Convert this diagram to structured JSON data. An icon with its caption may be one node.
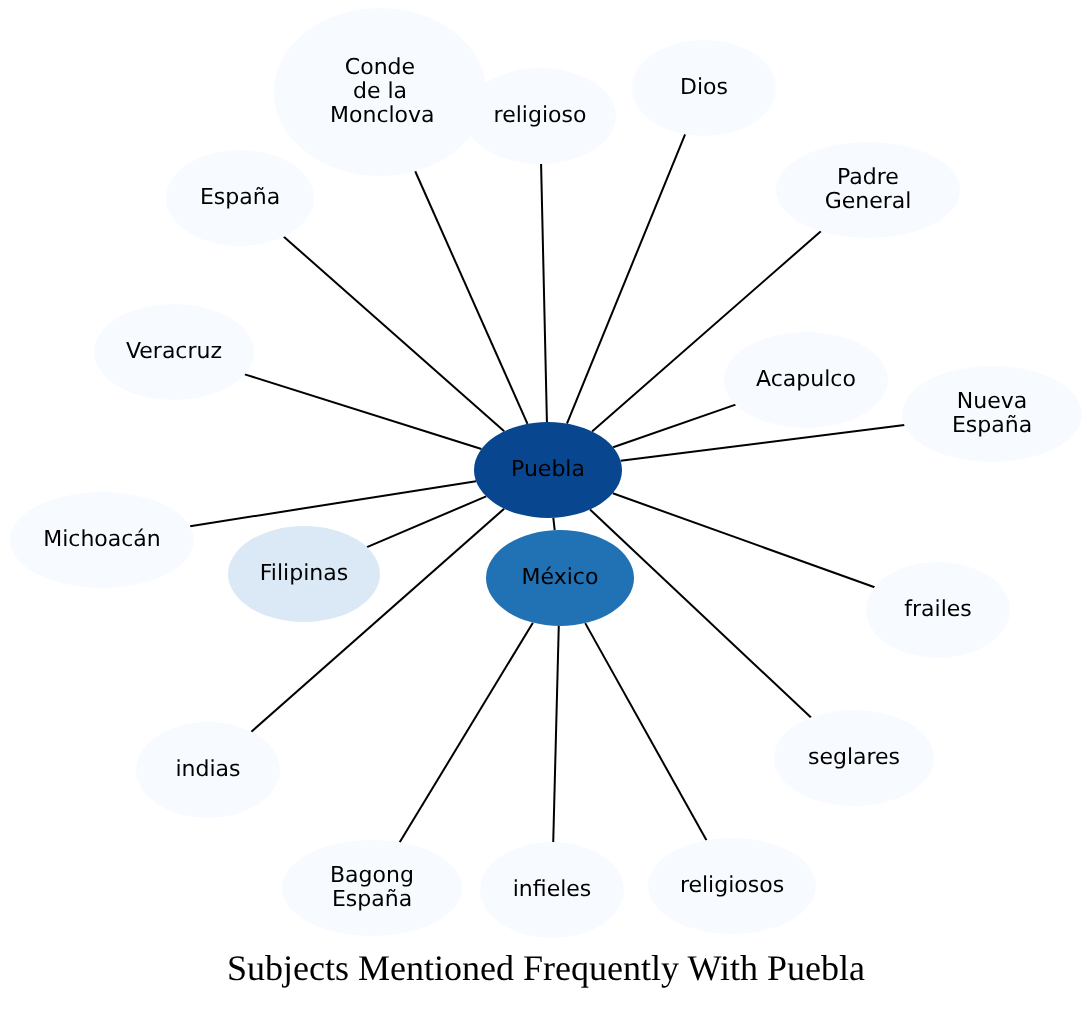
{
  "diagram": {
    "title": "Subjects Mentioned Frequently With Puebla",
    "nodes": [
      {
        "text": [
          "Conde de la Monclova"
        ]
      },
      {
        "text": [
          "religioso"
        ]
      },
      {
        "text": [
          "Dios"
        ]
      },
      {
        "text": [
          "España"
        ]
      },
      {
        "text": [
          "Padre General"
        ]
      },
      {
        "text": [
          "Veracruz"
        ]
      },
      {
        "text": [
          "Acapulco"
        ]
      },
      {
        "text": [
          "Puebla"
        ]
      },
      {
        "text": [
          "Nueva España"
        ]
      },
      {
        "text": [
          "Michoacán"
        ]
      },
      {
        "text": [
          "Filipinas"
        ]
      },
      {
        "text": [
          "México"
        ]
      },
      {
        "text": [
          "frailes"
        ]
      },
      {
        "text": [
          "seglares"
        ]
      },
      {
        "text": [
          "indias"
        ]
      },
      {
        "text": [
          "Bagong España"
        ]
      },
      {
        "text": [
          "infieles"
        ]
      },
      {
        "text": [
          "religiosos"
        ]
      }
    ],
    "edges": [
      {
        "from": 7,
        "to": 0,
        "arrow": "none"
      },
      {
        "from": 7,
        "to": 1,
        "arrow": "none"
      },
      {
        "from": 7,
        "to": 2,
        "arrow": "none"
      },
      {
        "from": 7,
        "to": 3,
        "arrow": "none"
      },
      {
        "from": 7,
        "to": 4,
        "arrow": "none"
      },
      {
        "from": 7,
        "to": 5,
        "arrow": "none"
      },
      {
        "from": 7,
        "to": 6,
        "arrow": "none"
      },
      {
        "from": 7,
        "to": 8,
        "arrow": "none"
      },
      {
        "from": 7,
        "to": 9,
        "arrow": "none"
      },
      {
        "from": 7,
        "to": 10,
        "arrow": "none"
      },
      {
        "from": 7,
        "to": 11,
        "arrow": "none"
      },
      {
        "from": 7,
        "to": 12,
        "arrow": "none"
      },
      {
        "from": 7,
        "to": 13,
        "arrow": "none"
      },
      {
        "from": 7,
        "to": 14,
        "arrow": "none"
      },
      {
        "from": 11,
        "to": 15,
        "arrow": "none"
      },
      {
        "from": 11,
        "to": 16,
        "arrow": "none"
      },
      {
        "from": 11,
        "to": 17,
        "arrow": "none"
      }
    ]
  }
}
